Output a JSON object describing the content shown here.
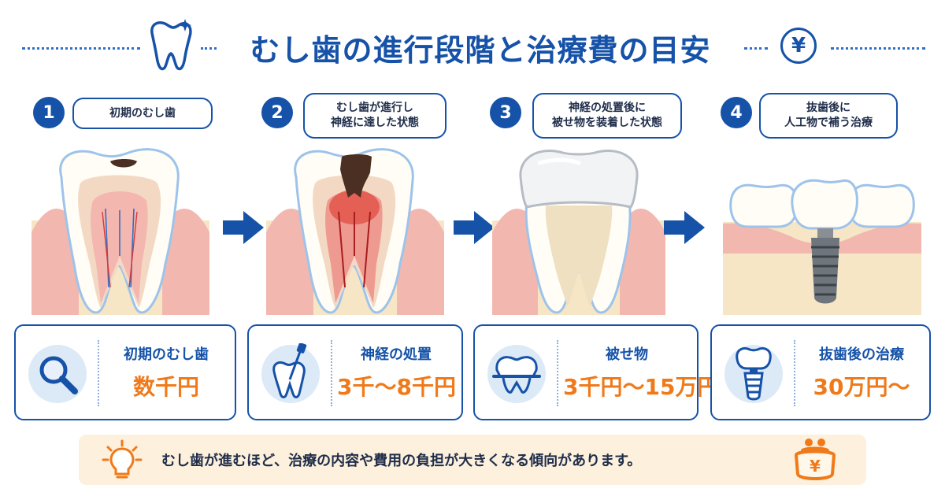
{
  "header": {
    "title": "むし歯の進行段階と治療費の目安",
    "badge_symbol": "¥",
    "icons": [
      "tooth-sparkle-icon",
      "yen-circle-icon"
    ]
  },
  "steps": [
    {
      "number": "1",
      "caption": "初期のむし歯",
      "cost_label": "初期のむし歯",
      "cost_value": "数千円",
      "icon": "magnifier-icon"
    },
    {
      "number": "2",
      "caption": "むし歯が進行し\n神経に達した状態",
      "cost_label": "神経の処置",
      "cost_value": "3千～8千円",
      "icon": "root-canal-file-icon"
    },
    {
      "number": "3",
      "caption": "神経の処置後に\n被せ物を装着した状態",
      "cost_label": "被せ物",
      "cost_value": "3千円～15万円",
      "icon": "crown-icon"
    },
    {
      "number": "4",
      "caption": "抜歯後に\n人工物で補う治療",
      "cost_label": "抜歯後の治療",
      "cost_value": "30万円～",
      "icon": "implant-icon"
    }
  ],
  "footer": {
    "note": "むし歯が進むほど、治療の内容や費用の負担が大きくなる傾向があります。",
    "icons": [
      "lightbulb-icon",
      "coin-purse-icon"
    ],
    "purse_symbol": "¥"
  },
  "colors": {
    "brand_blue": "#1552a8",
    "price_orange": "#f07a1a",
    "note_background": "#fdf0dc",
    "icon_circle": "#dce9f7"
  }
}
